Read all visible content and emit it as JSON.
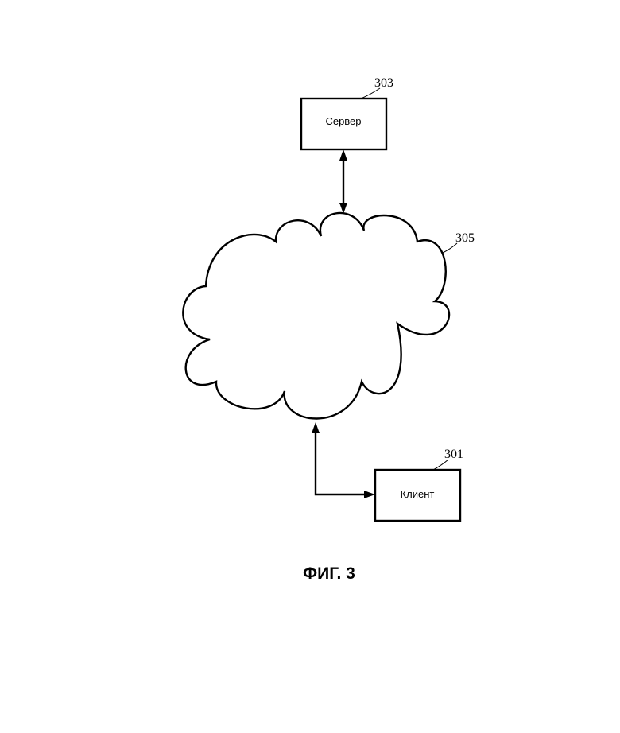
{
  "server": {
    "label": "Сервер",
    "ref": "303"
  },
  "network": {
    "ref": "305"
  },
  "client": {
    "label": "Клиент",
    "ref": "301"
  },
  "caption": "ФИГ. 3",
  "colors": {
    "ink": "#000000",
    "background": "#ffffff"
  }
}
